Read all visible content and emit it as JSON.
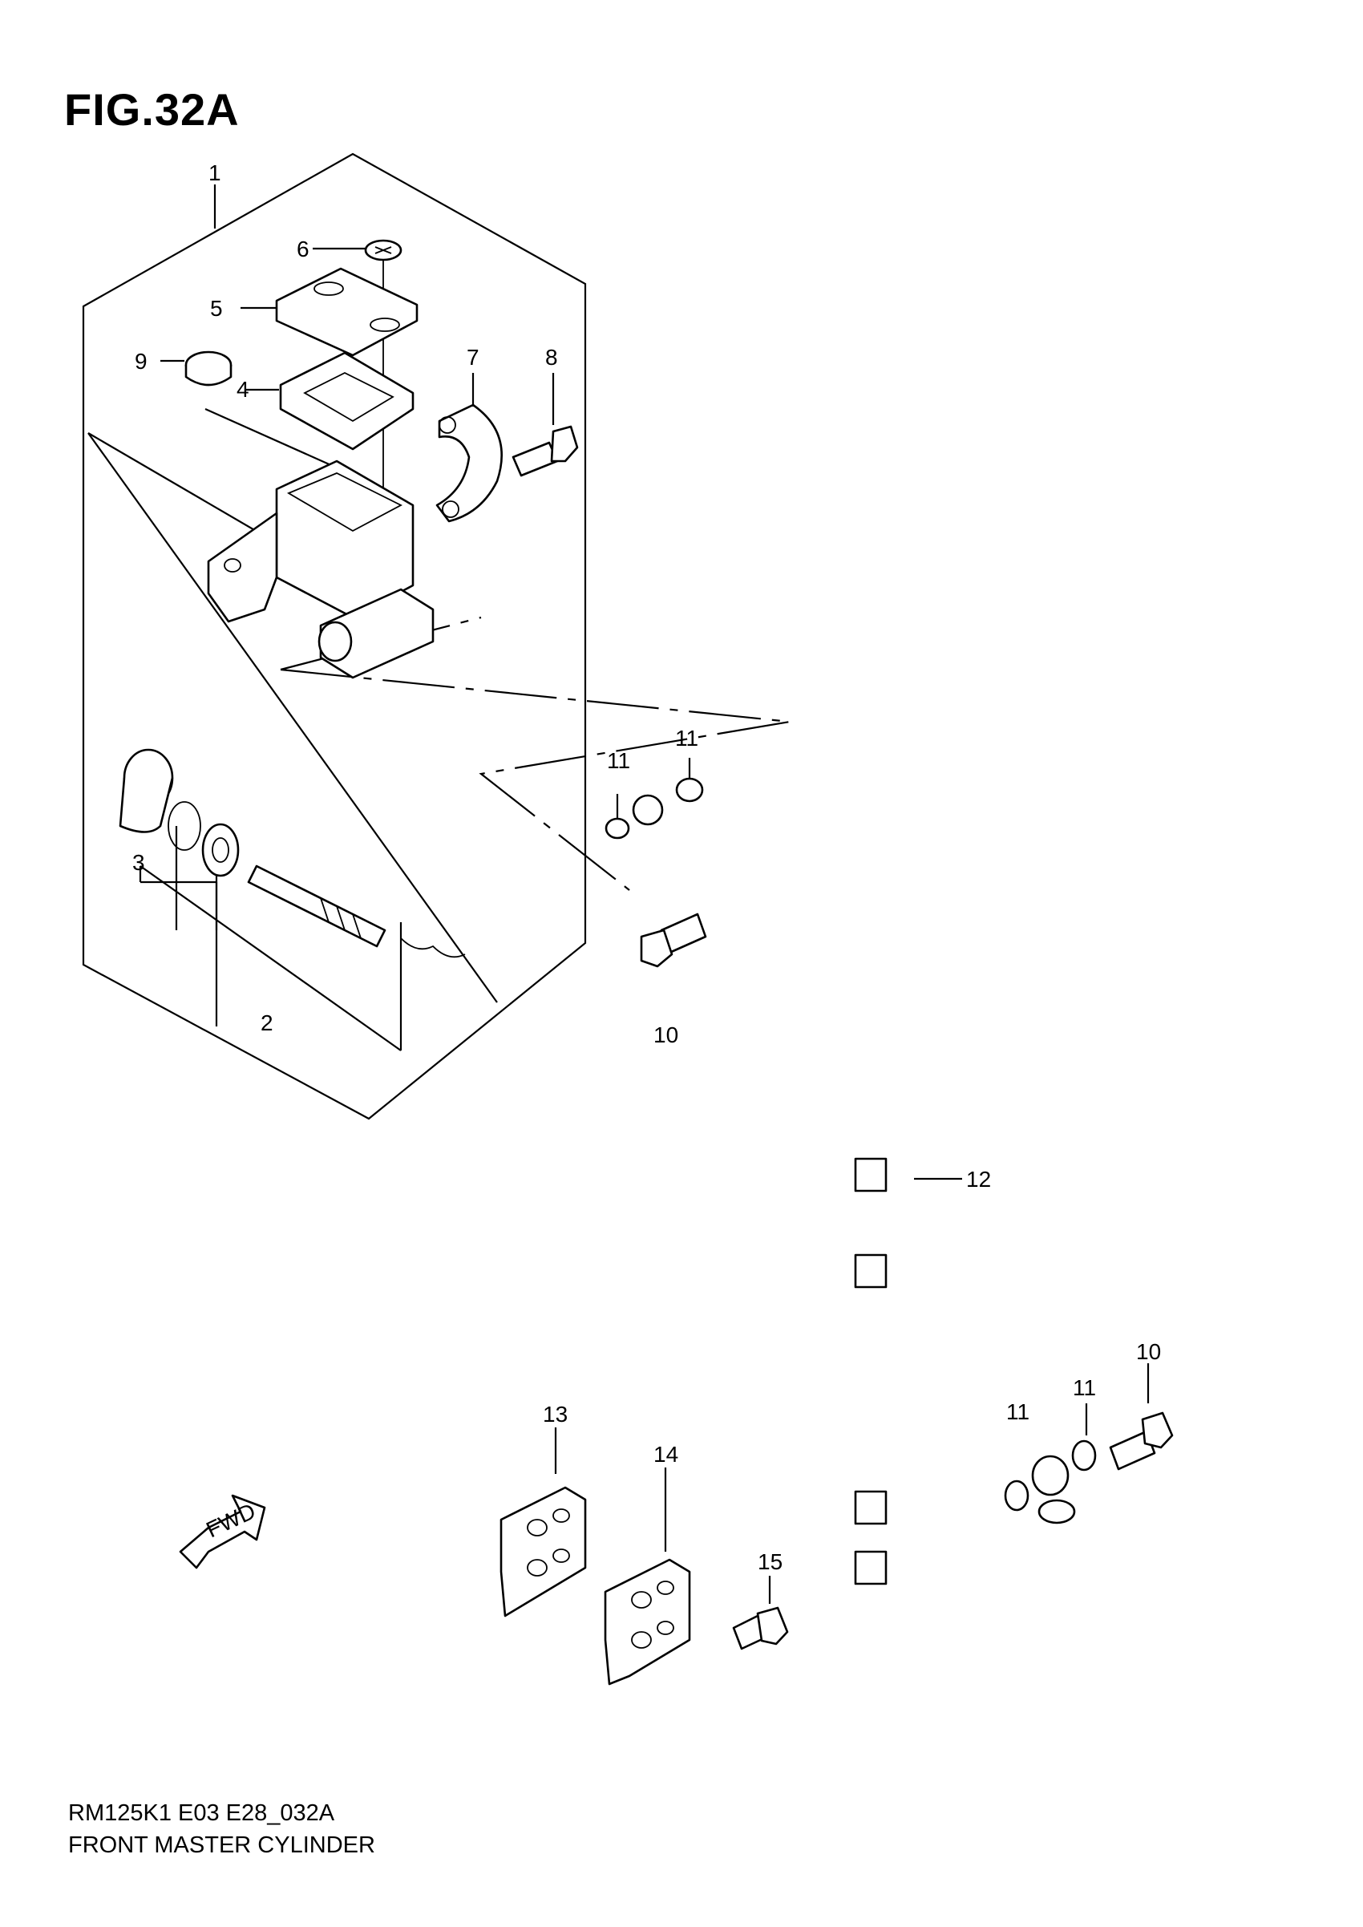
{
  "figure": {
    "title": "FIG.32A",
    "model_code": "RM125K1 E03 E28_032A",
    "name": "FRONT MASTER CYLINDER"
  },
  "callouts": {
    "c1": "1",
    "c2": "2",
    "c3": "3",
    "c4": "4",
    "c5": "5",
    "c6": "6",
    "c7": "7",
    "c8": "8",
    "c9": "9",
    "c10a": "10",
    "c10b": "10",
    "c11a": "11",
    "c11b": "11",
    "c11c": "11",
    "c11d": "11",
    "c12": "12",
    "c13": "13",
    "c14": "14",
    "c15": "15"
  },
  "fwd_label": "FWD"
}
